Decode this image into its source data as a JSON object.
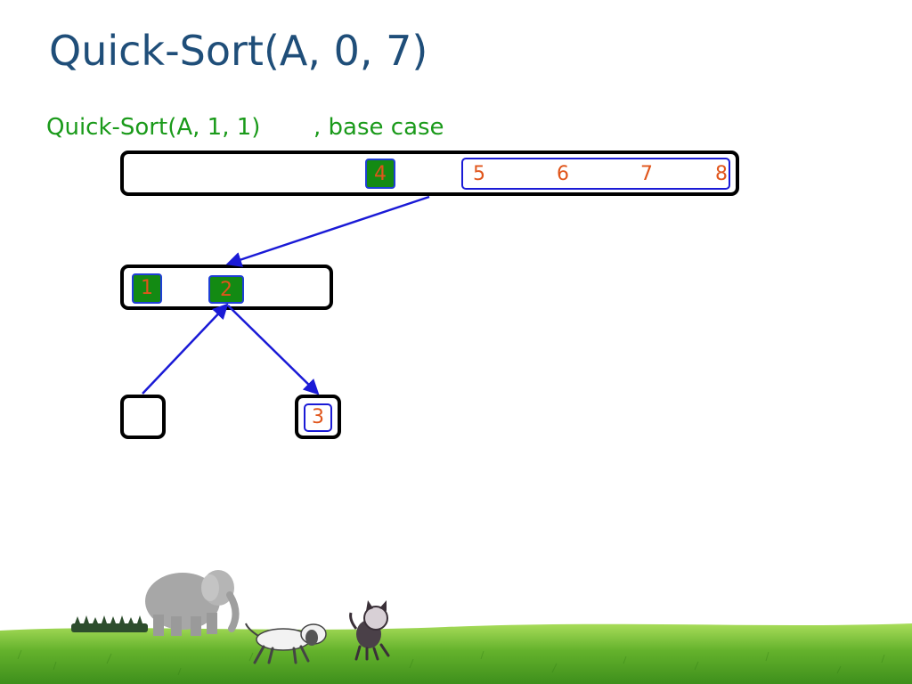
{
  "title": "Quick-Sort(A, 0, 7)",
  "subtitle": {
    "call": "Quick-Sort(A, 1, 1)",
    "note": ", base case"
  },
  "array_top": {
    "pivot": "4",
    "right_partition": [
      "5",
      "6",
      "7",
      "8"
    ]
  },
  "array_mid": {
    "left_pivot": "1",
    "pivot": "2"
  },
  "array_bottom": {
    "left": "",
    "right": "3"
  },
  "colors": {
    "title": "#1f4e79",
    "subtitle": "#1a9a1a",
    "pivot_fill": "#138a13",
    "number": "#e0551b",
    "arrow": "#1a1ad6"
  }
}
